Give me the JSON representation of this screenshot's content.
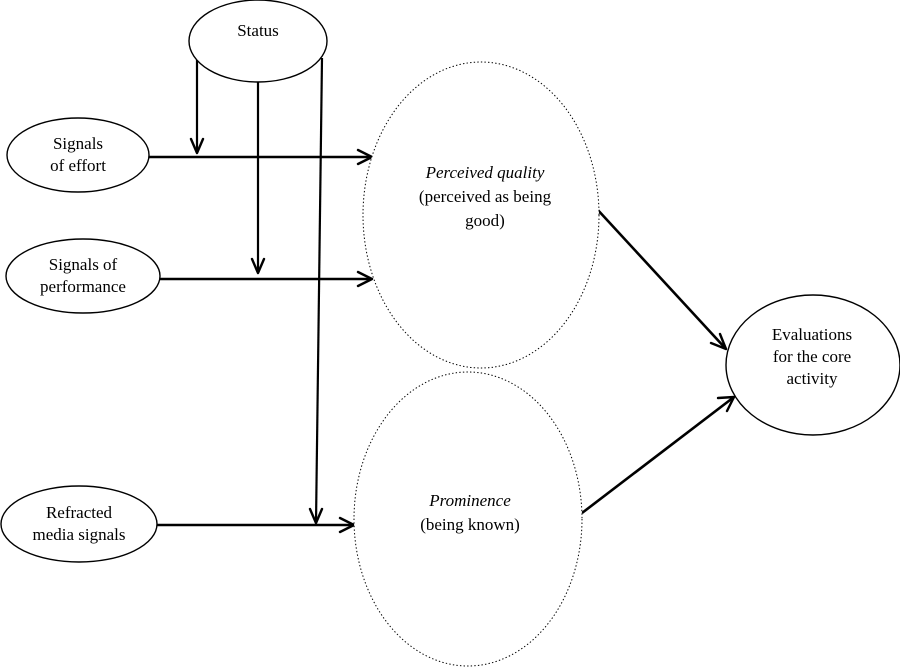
{
  "nodes": {
    "status": {
      "lines": [
        "Status"
      ]
    },
    "signals_effort": {
      "lines": [
        "Signals",
        "of effort"
      ]
    },
    "signals_performance": {
      "lines": [
        "Signals of",
        "performance"
      ]
    },
    "refracted_media": {
      "lines": [
        "Refracted",
        "media signals"
      ]
    },
    "perceived_quality": {
      "title": "Perceived quality",
      "lines": [
        "(perceived as being",
        "good)"
      ]
    },
    "prominence": {
      "title": "Prominence",
      "lines": [
        "(being known)"
      ]
    },
    "evaluations": {
      "lines": [
        "Evaluations",
        "for the core",
        "activity"
      ]
    }
  }
}
